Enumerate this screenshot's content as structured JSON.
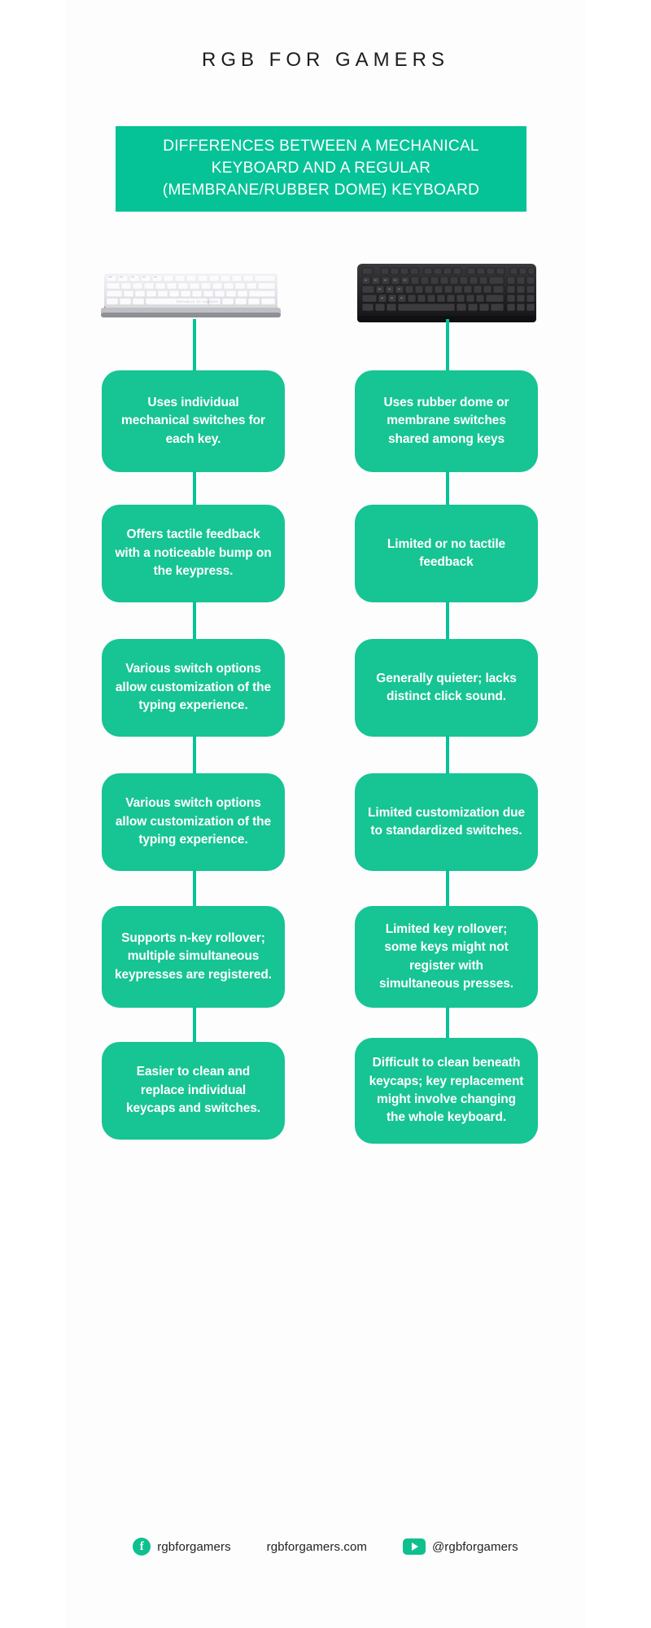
{
  "header": {
    "title": "RGB FOR GAMERS"
  },
  "banner": {
    "text": "DIFFERENCES BETWEEN A MECHANICAL\nKEYBOARD AND A REGULAR\n(MEMBRANE/RUBBER DOME) KEYBOARD",
    "background": "#06c397"
  },
  "images": {
    "left": "white-rgb-mechanical-keyboard-image",
    "right": "black-membrane-keyboard-image"
  },
  "comparison": {
    "left_column": [
      "Uses individual mechanical switches for each key.",
      "Offers tactile feedback with a noticeable bump on the keypress.",
      "Various switch options allow customization of the typing experience.",
      "Various switch options allow customization of the typing experience.",
      "Supports n-key rollover; multiple simultaneous keypresses are registered.",
      "Easier to clean and replace individual keycaps and switches."
    ],
    "right_column": [
      "Uses rubber dome or membrane switches shared among keys",
      "Limited or no tactile feedback",
      "Generally quieter; lacks distinct click sound.",
      "Limited customization due to standardized switches.",
      "Limited key rollover; some keys might not register with simultaneous presses.",
      "Difficult to clean beneath keycaps; key replacement might involve changing the whole keyboard."
    ],
    "card_color": "#17c493",
    "text_color": "#ffffff"
  },
  "footer": {
    "facebook": "rgbforgamers",
    "website": "rgbforgamers.com",
    "youtube": "@rgbforgamers",
    "icon_color": "#0fc08f"
  }
}
